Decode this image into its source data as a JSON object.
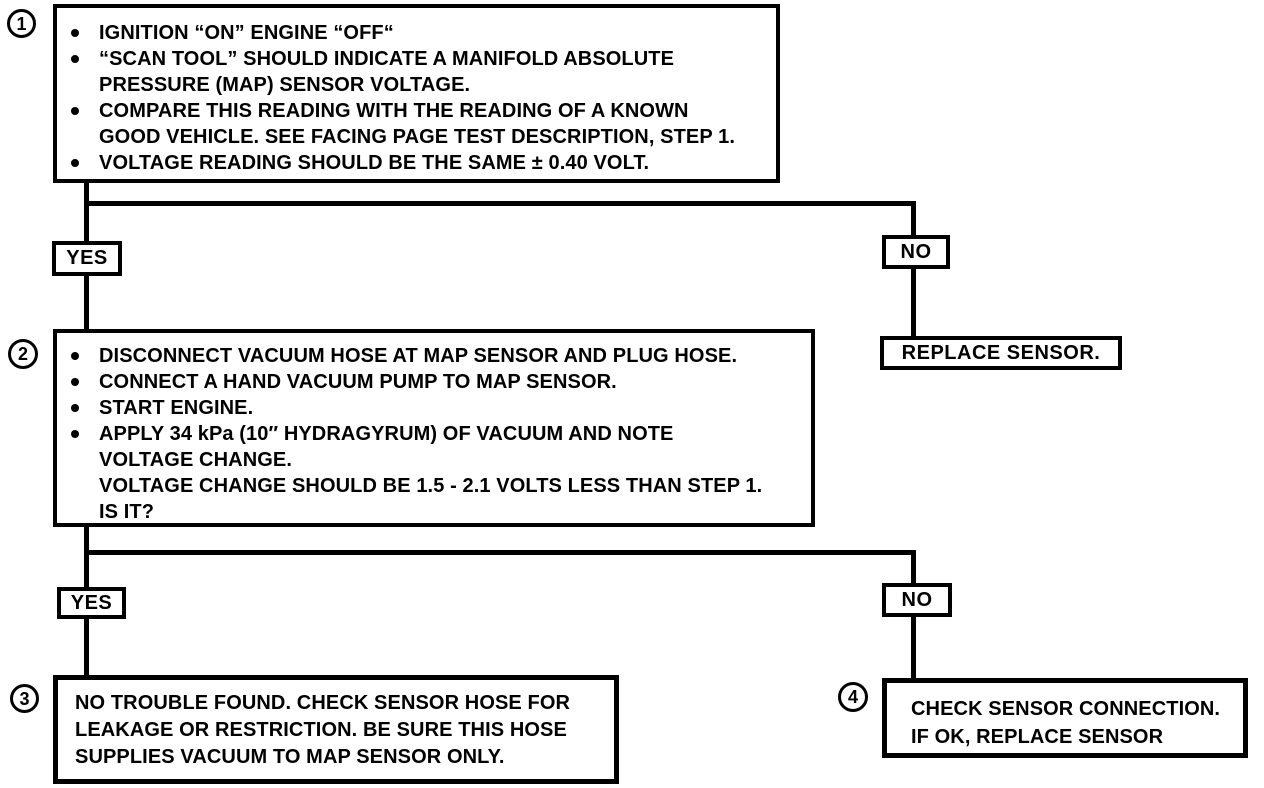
{
  "colors": {
    "ink": "#000000",
    "paper": "#ffffff"
  },
  "steps": {
    "step1": {
      "number": "1",
      "bullets": [
        [
          "IGNITION “ON” ENGINE “OFF“"
        ],
        [
          "“SCAN TOOL” SHOULD INDICATE A MANIFOLD ABSOLUTE",
          "PRESSURE (MAP) SENSOR VOLTAGE."
        ],
        [
          "COMPARE THIS READING WITH THE READING OF A KNOWN",
          "GOOD VEHICLE.  SEE FACING PAGE TEST DESCRIPTION, STEP 1."
        ],
        [
          "VOLTAGE READING SHOULD BE THE SAME ± 0.40 VOLT."
        ]
      ]
    },
    "step2": {
      "number": "2",
      "bullets": [
        [
          "DISCONNECT VACUUM HOSE AT MAP SENSOR AND PLUG HOSE."
        ],
        [
          "CONNECT A HAND VACUUM PUMP TO MAP SENSOR."
        ],
        [
          "START ENGINE."
        ],
        [
          "APPLY 34 kPa (10″ HYDRAGYRUM) OF VACUUM AND NOTE",
          "VOLTAGE CHANGE.",
          "VOLTAGE CHANGE SHOULD BE 1.5 - 2.1 VOLTS LESS THAN STEP 1.",
          "IS IT?"
        ]
      ]
    },
    "step3": {
      "number": "3",
      "lines": [
        "NO TROUBLE FOUND.  CHECK SENSOR HOSE FOR",
        "LEAKAGE OR RESTRICTION.  BE SURE THIS HOSE",
        "SUPPLIES VACUUM TO MAP SENSOR ONLY."
      ]
    },
    "step4": {
      "number": "4",
      "lines": [
        "CHECK SENSOR CONNECTION.",
        "IF OK, REPLACE SENSOR"
      ]
    }
  },
  "decision1": {
    "yes": "YES",
    "no": "NO",
    "no_outcome": "REPLACE SENSOR."
  },
  "decision2": {
    "yes": "YES",
    "no": "NO"
  }
}
